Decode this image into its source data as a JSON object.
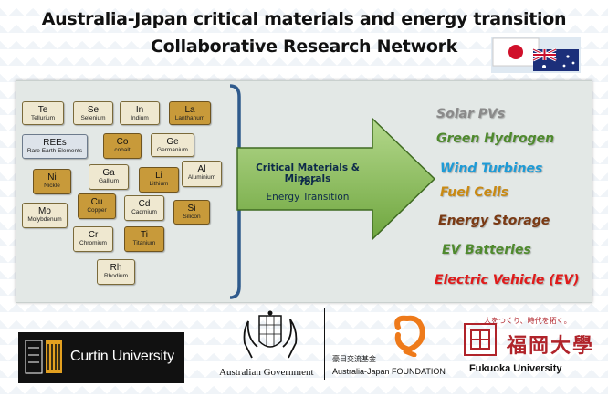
{
  "title_line1": "Australia-Japan critical materials and energy transition",
  "title_line2": "Collaborative Research Network",
  "elements": [
    {
      "symbol": "Te",
      "name": "Tellurium",
      "style": "light"
    },
    {
      "symbol": "Se",
      "name": "Selenium",
      "style": "light"
    },
    {
      "symbol": "In",
      "name": "Indium",
      "style": "light"
    },
    {
      "symbol": "La",
      "name": "Lanthanum",
      "style": "dark"
    },
    {
      "symbol": "REEs",
      "name": "Rare Earth Elements",
      "style": "blue"
    },
    {
      "symbol": "Co",
      "name": "cobalt",
      "style": "dark"
    },
    {
      "symbol": "Ge",
      "name": "Germanium",
      "style": "light"
    },
    {
      "symbol": "Ni",
      "name": "Nickle",
      "style": "dark"
    },
    {
      "symbol": "Ga",
      "name": "Gallium",
      "style": "light"
    },
    {
      "symbol": "Li",
      "name": "Lithium",
      "style": "dark"
    },
    {
      "symbol": "Al",
      "name": "Aluminium",
      "style": "light"
    },
    {
      "symbol": "Mo",
      "name": "Molybdenum",
      "style": "light"
    },
    {
      "symbol": "Cu",
      "name": "Copper",
      "style": "dark"
    },
    {
      "symbol": "Cd",
      "name": "Cadmium",
      "style": "light"
    },
    {
      "symbol": "Si",
      "name": "Silicon",
      "style": "dark"
    },
    {
      "symbol": "Cr",
      "name": "Chromium",
      "style": "light"
    },
    {
      "symbol": "Ti",
      "name": "Titanium",
      "style": "dark"
    },
    {
      "symbol": "Rh",
      "name": "Rhodium",
      "style": "light"
    }
  ],
  "arrow": {
    "line1": "Critical Materials & Minerals",
    "line2": "for",
    "line3": "Energy Transition"
  },
  "applications": [
    {
      "label": "Solar PVs",
      "color": "#8a8a8a"
    },
    {
      "label": "Green Hydrogen",
      "color": "#4f8a2e"
    },
    {
      "label": "Wind Turbines",
      "color": "#1f9bd6"
    },
    {
      "label": "Fuel Cells",
      "color": "#c98a14"
    },
    {
      "label": "Energy Storage",
      "color": "#7a3a14"
    },
    {
      "label": "EV Batteries",
      "color": "#4f8a2e"
    },
    {
      "label": "Electric Vehicle (EV)",
      "color": "#e01b1b"
    }
  ],
  "logos": {
    "curtin": "Curtin University",
    "ag": "Australian Government",
    "jf_jp": "豪日交流基金",
    "jf_en": "Australia-Japan FOUNDATION",
    "fk_jp": "人をつくり、時代を拓く。",
    "fk_logo": "福岡大學",
    "fk_en": "Fukuoka University"
  }
}
